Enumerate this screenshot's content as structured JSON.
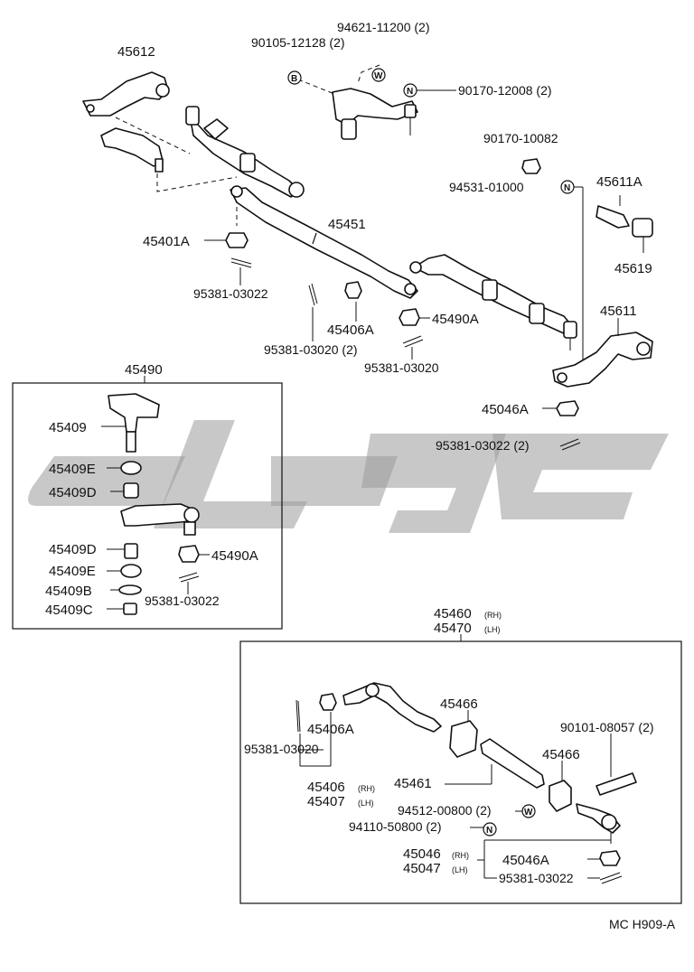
{
  "watermark": {
    "color": "#9a9a9a"
  },
  "labels": {
    "p45612": "45612",
    "p94621": "94621-11200 (2)",
    "p90105": "90105-12128 (2)",
    "p90170a": "90170-12008 (2)",
    "p90170b": "90170-10082",
    "p94531": "94531-01000",
    "p45611A": "45611A",
    "p45619": "45619",
    "p45451": "45451",
    "p45401A": "45401A",
    "p95381_1": "95381-03022",
    "p45406A_top": "45406A",
    "p45490A_top": "45490A",
    "p95381_2": "95381-03020 (2)",
    "p95381_3": "95381-03020",
    "p45611": "45611",
    "p45046A_top": "45046A",
    "p95381_4": "95381-03022 (2)",
    "p45490": "45490",
    "p45409": "45409",
    "p45409E_1": "45409E",
    "p45409D_1": "45409D",
    "p45409D_2": "45409D",
    "p45490A_box": "45490A",
    "p45409E_2": "45409E",
    "p45409B": "45409B",
    "p95381_5": "95381-03022",
    "p45409C": "45409C",
    "p45460": "45460",
    "p45460_sfx": "(RH)",
    "p45470": "45470",
    "p45470_sfx": "(LH)",
    "p45466_1": "45466",
    "p90101": "90101-08057 (2)",
    "p45466_2": "45466",
    "p45406A_box": "45406A",
    "p95381_6": "95381-03020",
    "p45461": "45461",
    "p45406": "45406",
    "p45406_sfx": "(RH)",
    "p45407": "45407",
    "p45407_sfx": "(LH)",
    "p94512": "94512-00800 (2)",
    "p94110": "94110-50800 (2)",
    "p45046": "45046",
    "p45046_sfx": "(RH)",
    "p45047": "45047",
    "p45047_sfx": "(LH)",
    "p45046A_box": "45046A",
    "p95381_7": "95381-03022",
    "footer": "MC H909-A"
  },
  "symbols": {
    "bolt_b": "B",
    "washer_w": "W",
    "nut_n": "N"
  }
}
